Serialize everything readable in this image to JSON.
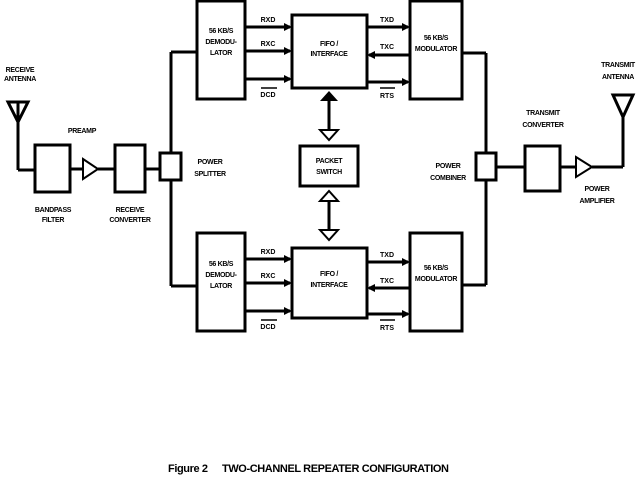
{
  "caption": {
    "figure": "Figure 2",
    "title": "TWO-CHANNEL REPEATER CONFIGURATION"
  },
  "receive_chain": {
    "antenna": [
      "RECEIVE",
      "ANTENNA"
    ],
    "bandpass_filter": [
      "BANDPASS",
      "FILTER"
    ],
    "preamp": "PREAMP",
    "receive_converter": [
      "RECEIVE",
      "CONVERTER"
    ],
    "power_splitter": [
      "POWER",
      "SPLITTER"
    ]
  },
  "transmit_chain": {
    "power_combiner": [
      "POWER",
      "COMBINER"
    ],
    "transmit_converter": [
      "TRANSMIT",
      "CONVERTER"
    ],
    "power_amplifier": [
      "POWER",
      "AMPLIFIER"
    ],
    "antenna": [
      "TRANSMIT",
      "ANTENNA"
    ]
  },
  "channels": [
    {
      "demodulator": [
        "56 KB/S",
        "DEMODU-",
        "LATOR"
      ],
      "interface": [
        "FIFO /",
        "INTERFACE"
      ],
      "modulator": [
        "56 KB/S",
        "MODULATOR"
      ],
      "rx_signals": [
        "RXD",
        "RXC",
        "DCD"
      ],
      "tx_signals": [
        "TXD",
        "TXC",
        "RTS"
      ]
    },
    {
      "demodulator": [
        "56 KB/S",
        "DEMODU-",
        "LATOR"
      ],
      "interface": [
        "FIFO /",
        "INTERFACE"
      ],
      "modulator": [
        "56 KB/S",
        "MODULATOR"
      ],
      "rx_signals": [
        "RXD",
        "RXC",
        "DCD"
      ],
      "tx_signals": [
        "TXD",
        "TXC",
        "RTS"
      ]
    }
  ],
  "packet_switch": [
    "PACKET",
    "SWITCH"
  ]
}
